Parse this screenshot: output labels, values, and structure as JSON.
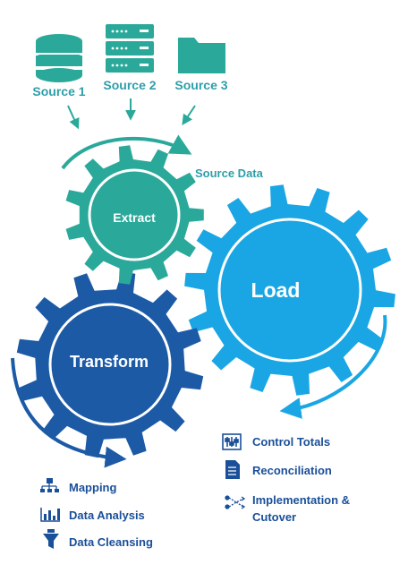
{
  "sources": [
    {
      "label": "Source 1",
      "icon": "database-icon"
    },
    {
      "label": "Source 2",
      "icon": "server-icon"
    },
    {
      "label": "Source 3",
      "icon": "folder-icon"
    }
  ],
  "source_data_label": "Source Data",
  "gears": {
    "extract": {
      "label": "Extract",
      "color": "#2aa99a"
    },
    "load": {
      "label": "Load",
      "color": "#1aa6e4"
    },
    "transform": {
      "label": "Transform",
      "color": "#1d5aa6"
    }
  },
  "load_outputs": [
    {
      "label": "Control Totals",
      "icon": "sliders-icon"
    },
    {
      "label": "Reconciliation",
      "icon": "document-check-icon"
    },
    {
      "label": "Implementation &",
      "label2": "Cutover",
      "icon": "flow-icon"
    }
  ],
  "transform_outputs": [
    {
      "label": "Mapping",
      "icon": "hierarchy-icon"
    },
    {
      "label": "Data Analysis",
      "icon": "bar-chart-icon"
    },
    {
      "label": "Data Cleansing",
      "icon": "funnel-icon"
    }
  ],
  "colors": {
    "teal": "#2aa99a",
    "light_blue": "#1aa6e4",
    "dark_blue": "#1d5aa6",
    "label_teal": "#2e9eaa",
    "label_blue": "#1a4f99"
  }
}
